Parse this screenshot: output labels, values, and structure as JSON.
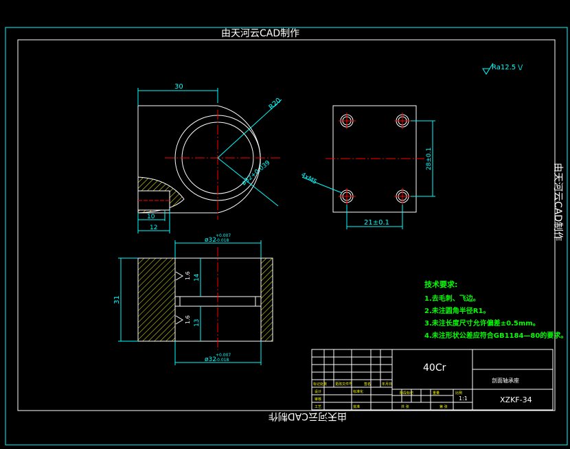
{
  "watermark": {
    "text": "由天河云CAD制作"
  },
  "surface_finish": {
    "text": "Ra12.5 \\/",
    "symbol": "roughness-triangle"
  },
  "top_view": {
    "dim_width": "30",
    "dim_radius": "R20",
    "dim_bore": "ø32+0.039"
  },
  "side_view": {
    "dim_holes": "4xM5",
    "dim_vertical": "28±0.1",
    "dim_horizontal": "21±0.1"
  },
  "detail": {
    "dim_10": "10",
    "dim_12": "12"
  },
  "section_view": {
    "dim_top_dia": "ø32",
    "dim_top_tol_upper": "+0.007",
    "dim_top_tol_lower": "-0.018",
    "dim_bottom_dia": "ø32",
    "dim_bottom_tol_upper": "+0.007",
    "dim_bottom_tol_lower": "-0.018",
    "dim_height": "31",
    "dim_upper": "14",
    "dim_lower": "13",
    "rough_upper": "1.6",
    "rough_lower": "1.6"
  },
  "tech_req": {
    "title": "技术要求:",
    "items": [
      "1.去毛刺、飞边。",
      "2.未注圆角半径R1。",
      "3.未注长度尺寸允许偏差±0.5mm。",
      "4.未注形状公差应符合GB1184—80的要求。"
    ]
  },
  "title_block": {
    "material": "40Cr",
    "part_name": "剖面轴承座",
    "drawing_no": "XZKF-34",
    "scale": "1:1",
    "left_label_1": "标记处数",
    "left_label_2": "更改文件号",
    "left_label_3": "签名",
    "left_label_4": "年月日",
    "row_design": "设计",
    "row_std": "标准化",
    "row_check": "审核",
    "row_craft": "工艺",
    "row_approve": "批准",
    "stage_label": "阶段标记",
    "weight_label": "重量",
    "ratio_label": "比例",
    "sheets_label": "共 张",
    "sheet_label": "第 张"
  },
  "colors": {
    "frame": "#00ffff",
    "geometry": "#ffffff",
    "center": "#ff0000",
    "dimension": "#00ffff",
    "hatch": "#ffff00",
    "text_green": "#00ff00"
  }
}
